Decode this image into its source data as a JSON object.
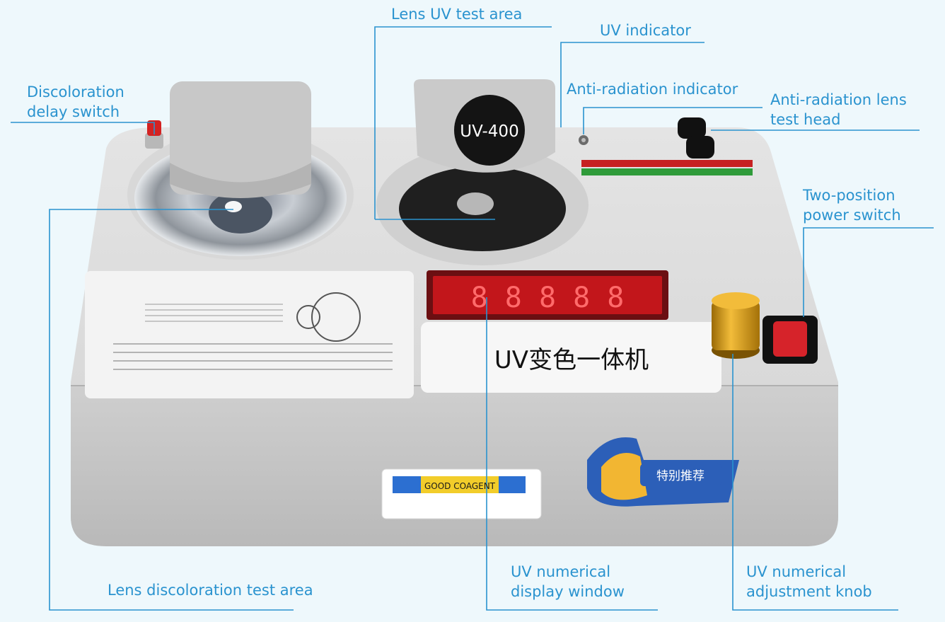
{
  "callouts": {
    "lens_uv_test_area": "Lens UV test area",
    "uv_indicator": "UV indicator",
    "discoloration_delay_switch": [
      "Discoloration",
      "delay switch"
    ],
    "anti_radiation_indicator": "Anti-radiation indicator",
    "anti_radiation_lens_test_head": [
      "Anti-radiation lens",
      "test head"
    ],
    "two_position_power_switch": [
      "Two-position",
      "power switch"
    ],
    "lens_discoloration_test_area": "Lens discoloration test area",
    "uv_numerical_display_window": [
      "UV numerical",
      "display window"
    ],
    "uv_numerical_adjustment_knob": [
      "UV numerical",
      "adjustment knob"
    ]
  },
  "device": {
    "uv_head_label": "UV-400",
    "display_digits": "8 8 8 8 8",
    "front_label": "UV变色一体机",
    "sticker_brand": "GOOD COAGENT",
    "sticker_recommend": "特别推荐"
  },
  "colors": {
    "callout_blue": "#2a93cf",
    "device_grey": "#c9c9c9",
    "display_red": "#c2161b",
    "knob_gold": "#e0a21a",
    "switch_red": "#d6232a"
  }
}
